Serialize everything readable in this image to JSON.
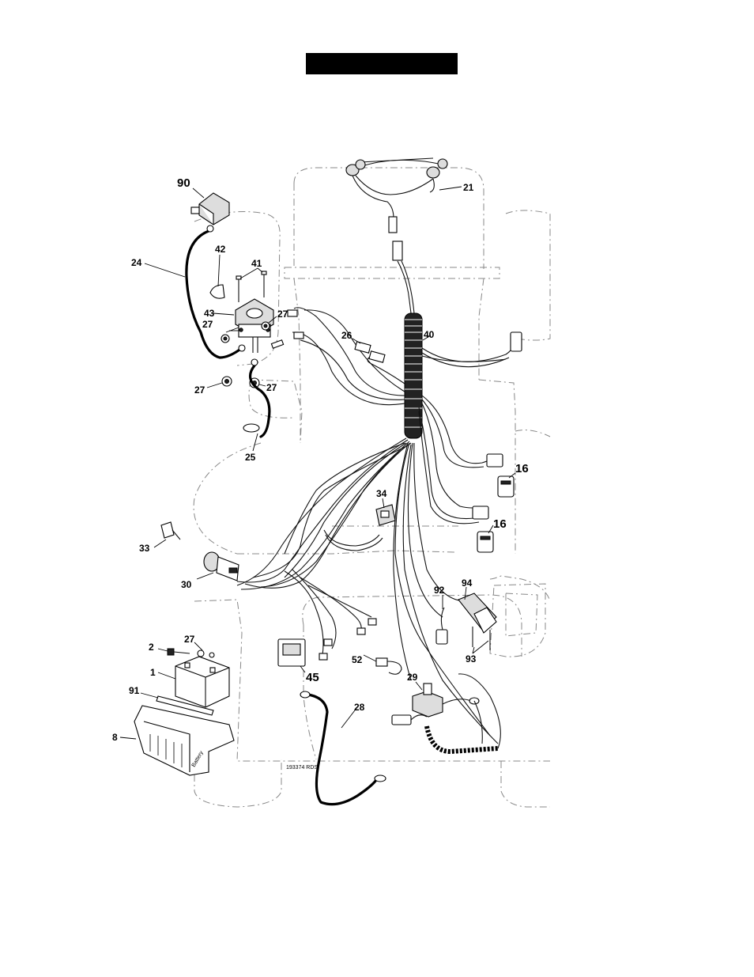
{
  "title_bar": "",
  "footer_code": "193374 RDS",
  "battery_tag": "Battery",
  "labels": {
    "l90": "90",
    "l24": "24",
    "l42": "42",
    "l41": "41",
    "l43": "43",
    "l27a": "27",
    "l27b": "27",
    "l27c": "27",
    "l27d": "27",
    "l27e": "27",
    "l26": "26",
    "l40": "40",
    "l21": "21",
    "l25": "25",
    "l16a": "16",
    "l16b": "16",
    "l34": "34",
    "l33": "33",
    "l30": "30",
    "l92": "92",
    "l94": "94",
    "l93": "93",
    "l2": "2",
    "l1": "1",
    "l91": "91",
    "l8": "8",
    "l45": "45",
    "l52": "52",
    "l29": "29",
    "l28": "28"
  }
}
